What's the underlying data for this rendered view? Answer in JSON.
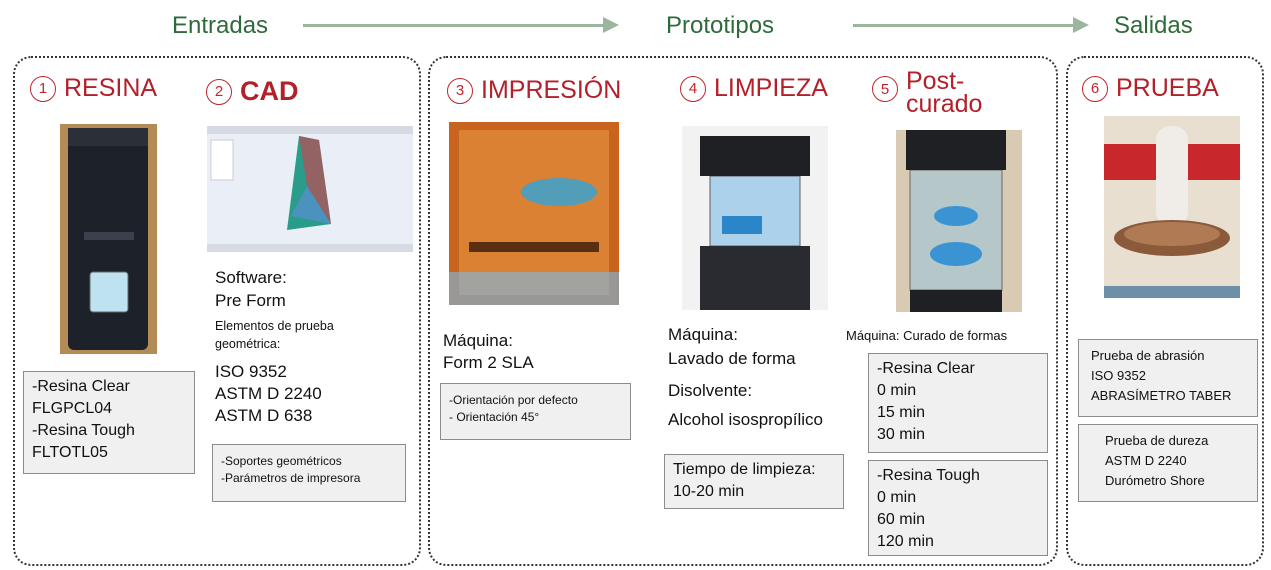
{
  "headers": {
    "entradas": "Entradas",
    "prototipos": "Prototipos",
    "salidas": "Salidas"
  },
  "colors": {
    "step_red": "#b3202a",
    "header_green": "#2f6b3a",
    "arrow": "#9bb59e"
  },
  "steps": [
    {
      "num": "1",
      "title": "RESINA"
    },
    {
      "num": "2",
      "title": "CAD"
    },
    {
      "num": "3",
      "title": "IMPRESIÓN"
    },
    {
      "num": "4",
      "title": "LIMPIEZA"
    },
    {
      "num": "5",
      "title_line1": "Post-",
      "title_line2": "curado"
    },
    {
      "num": "6",
      "title": "PRUEBA"
    }
  ],
  "resina": {
    "box": [
      "-Resina Clear",
      "FLGPCL04",
      "-Resina Tough",
      "FLTOTL05"
    ]
  },
  "cad": {
    "software_label": "Software:",
    "software_value": "Pre Form",
    "elements_line1": "Elementos de prueba",
    "elements_line2": "geométrica:",
    "standards": [
      "ISO 9352",
      "ASTM D 2240",
      "ASTM D 638"
    ],
    "box": [
      "-Soportes geométricos",
      "-Parámetros de impresora"
    ]
  },
  "impresion": {
    "machine_label": "Máquina:",
    "machine_value": "Form 2 SLA",
    "box": [
      "-Orientación por defecto",
      "- Orientación 45°"
    ]
  },
  "limpieza": {
    "machine_label": "Máquina:",
    "machine_value": "Lavado de forma",
    "solvent_label": "Disolvente:",
    "solvent_value": "Alcohol isospropílico",
    "box": [
      "Tiempo de limpieza:",
      "10-20 min"
    ]
  },
  "postcurado": {
    "machine": "Máquina: Curado de formas",
    "clear_box": [
      "-Resina Clear",
      "0 min",
      "15 min",
      "30 min"
    ],
    "tough_box": [
      "-Resina Tough",
      "0 min",
      "60 min",
      "120 min"
    ]
  },
  "prueba": {
    "box1": [
      "Prueba de abrasión",
      "ISO 9352",
      "ABRASÍMETRO TABER"
    ],
    "box2": [
      "Prueba de dureza",
      "ASTM D 2240",
      "Durómetro Shore"
    ]
  }
}
